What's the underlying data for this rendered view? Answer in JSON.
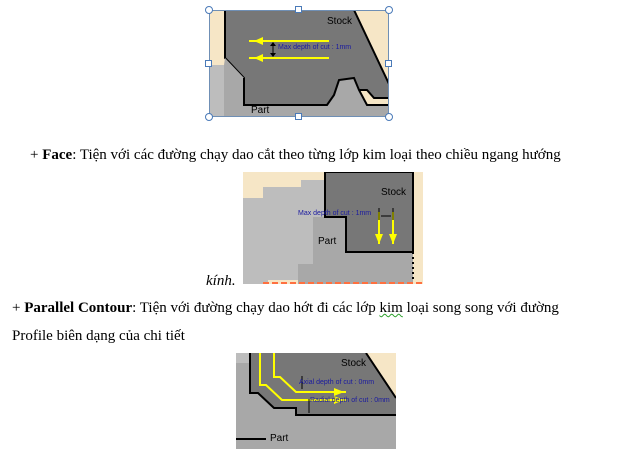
{
  "figure1": {
    "stock_label": "Stock",
    "part_label": "Part",
    "annotation": "Max depth of cut : 1mm"
  },
  "face": {
    "prefix": "+ ",
    "term": "Face",
    "desc": ": Tiện với các đường chạy dao cắt theo từng lớp kim loại theo chiều ngang hướng",
    "tail": "kính."
  },
  "figure2": {
    "stock_label": "Stock",
    "part_label": "Part",
    "annotation": "Max depth of cut : 1mm"
  },
  "parallel": {
    "prefix": "+ ",
    "term": "Parallel Contour",
    "desc_a": ": Tiện với đường chạy dao hớt đi các lớp ",
    "desc_kim": "kim",
    "desc_b": " loại song song với đường",
    "line2": "Profile biên dạng của chi tiết"
  },
  "figure3": {
    "stock_label": "Stock",
    "part_label": "Part",
    "axial": "Axial depth of cut : 0mm",
    "radial": "Radial depth of cut : 0mm"
  },
  "colors": {
    "stock": "#f6e6c6",
    "part": "#8c8c8c",
    "cut": "#666666",
    "toolpath": "#ffff00",
    "annotation": "#1a1aa0"
  }
}
